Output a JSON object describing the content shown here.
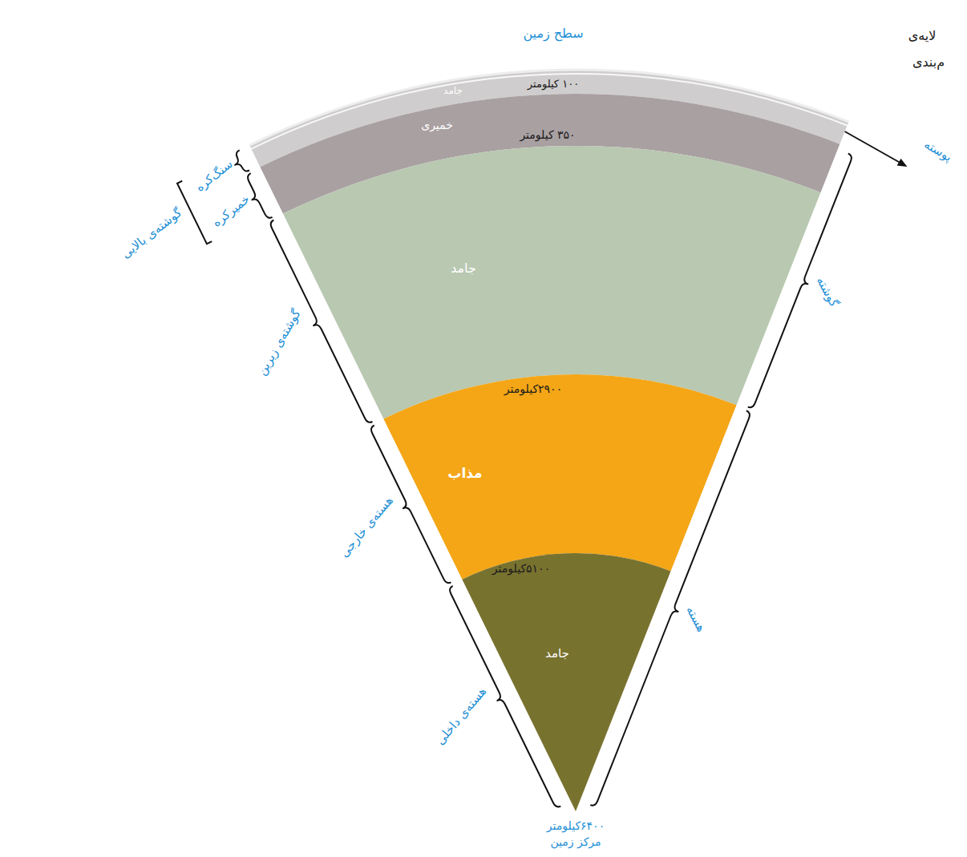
{
  "diagram": {
    "labels": [
      "لایه‌ی",
      "م‌بندی",
      "سطح زمین",
      "جامد",
      "۱۰۰ کیلومتر",
      "خمیری",
      "۳۵۰ کیلومتر",
      "سنگ‌کره",
      "خمیرکره",
      "گوشته‌ی بالایی",
      "پوسته",
      "جامد",
      "گوشته",
      "گوشته‌ی زیرین",
      "۲۹۰۰کیلومتر",
      "مذاب",
      "هسته‌ی خارجی",
      "۵۱۰۰کیلومتر",
      "هسته",
      "جامد",
      "هسته‌ی داخلی",
      "۶۴۰۰کیلومتر",
      "مرکز زمین"
    ]
  }
}
